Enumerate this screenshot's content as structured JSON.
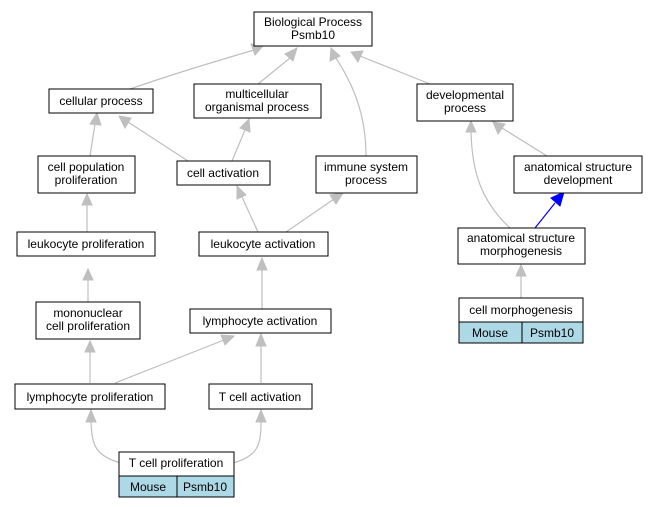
{
  "diagram": {
    "nodes": {
      "bp": [
        "Biological Process",
        "Psmb10"
      ],
      "cellular": [
        "cellular process"
      ],
      "multi": [
        "multicellular",
        "organismal process"
      ],
      "dev": [
        "developmental",
        "process"
      ],
      "cellpop": [
        "cell population",
        "proliferation"
      ],
      "cellact": [
        "cell activation"
      ],
      "immune": [
        "immune system",
        "process"
      ],
      "anatdev": [
        "anatomical structure",
        "development"
      ],
      "leukprolif": [
        "leukocyte proliferation"
      ],
      "leukact": [
        "leukocyte activation"
      ],
      "anatmorph": [
        "anatomical structure",
        "morphogenesis"
      ],
      "mono": [
        "mononuclear",
        "cell proliferation"
      ],
      "lymphact": [
        "lymphocyte activation"
      ],
      "cellmorph": [
        "cell morphogenesis"
      ],
      "lymphprolif": [
        "lymphocyte proliferation"
      ],
      "tcellact": [
        "T cell activation"
      ],
      "tcellprolif": [
        "T cell proliferation"
      ]
    },
    "annotations": {
      "cellmorph": [
        "Mouse",
        "Psmb10"
      ],
      "tcellprolif": [
        "Mouse",
        "Psmb10"
      ]
    },
    "colors": {
      "edge": "#bfbfbf",
      "highlight_edge": "#0000ff",
      "annotation_fill": "#add8e6"
    }
  }
}
